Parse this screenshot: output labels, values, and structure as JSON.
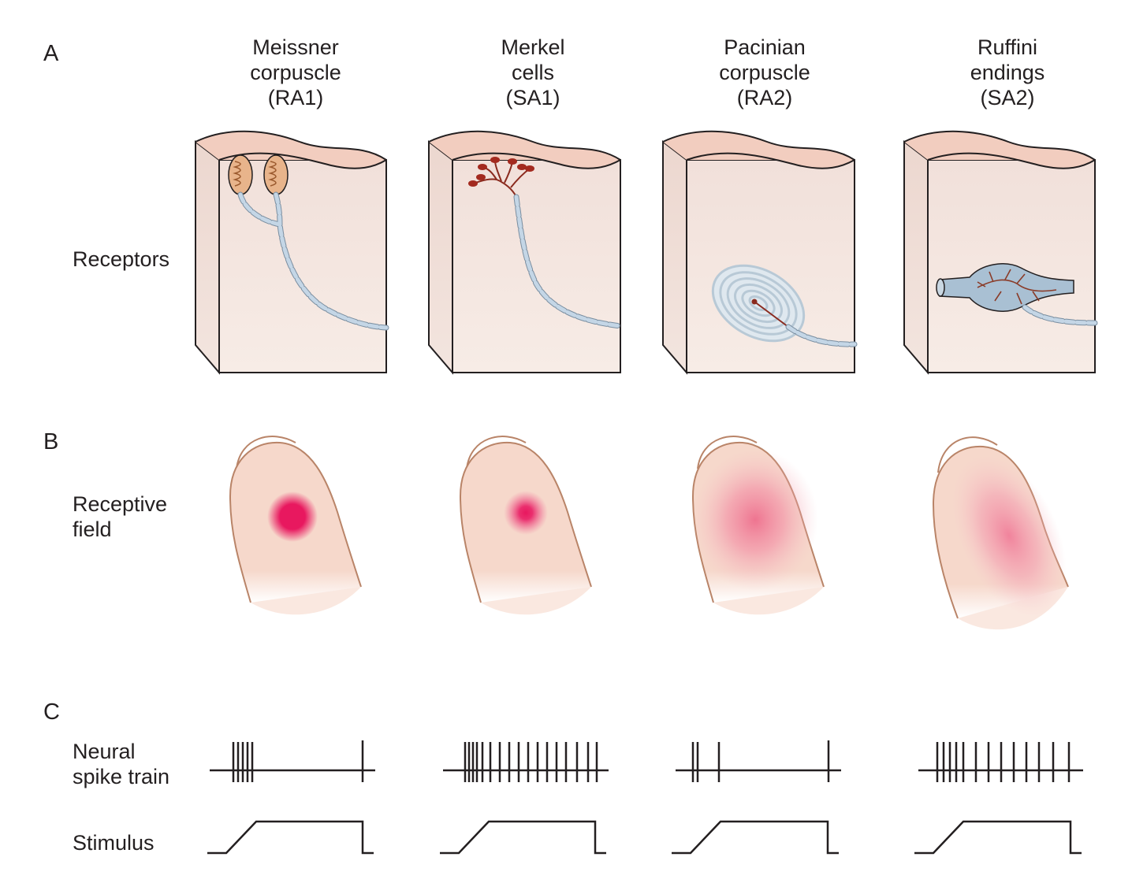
{
  "panels": {
    "a": "A",
    "b": "B",
    "c": "C"
  },
  "columns": [
    {
      "name": "Meissner\ncorpuscle\n(RA1)"
    },
    {
      "name": "Merkel\ncells\n(SA1)"
    },
    {
      "name": "Pacinian\ncorpuscle\n(RA2)"
    },
    {
      "name": "Ruffini\nendings\n(SA2)"
    }
  ],
  "row_labels": {
    "receptors": "Receptors",
    "receptive_field": "Receptive\nfield",
    "spike_train": "Neural\nspike train",
    "stimulus": "Stimulus"
  },
  "colors": {
    "skin_top": "#f2cdbf",
    "tissue": "#f5e4dd",
    "finger": "#f6d6c8",
    "finger_outline": "#b98468",
    "field_core": "#e8185f",
    "axon": "#c4d6e6",
    "line": "#231f20"
  }
}
